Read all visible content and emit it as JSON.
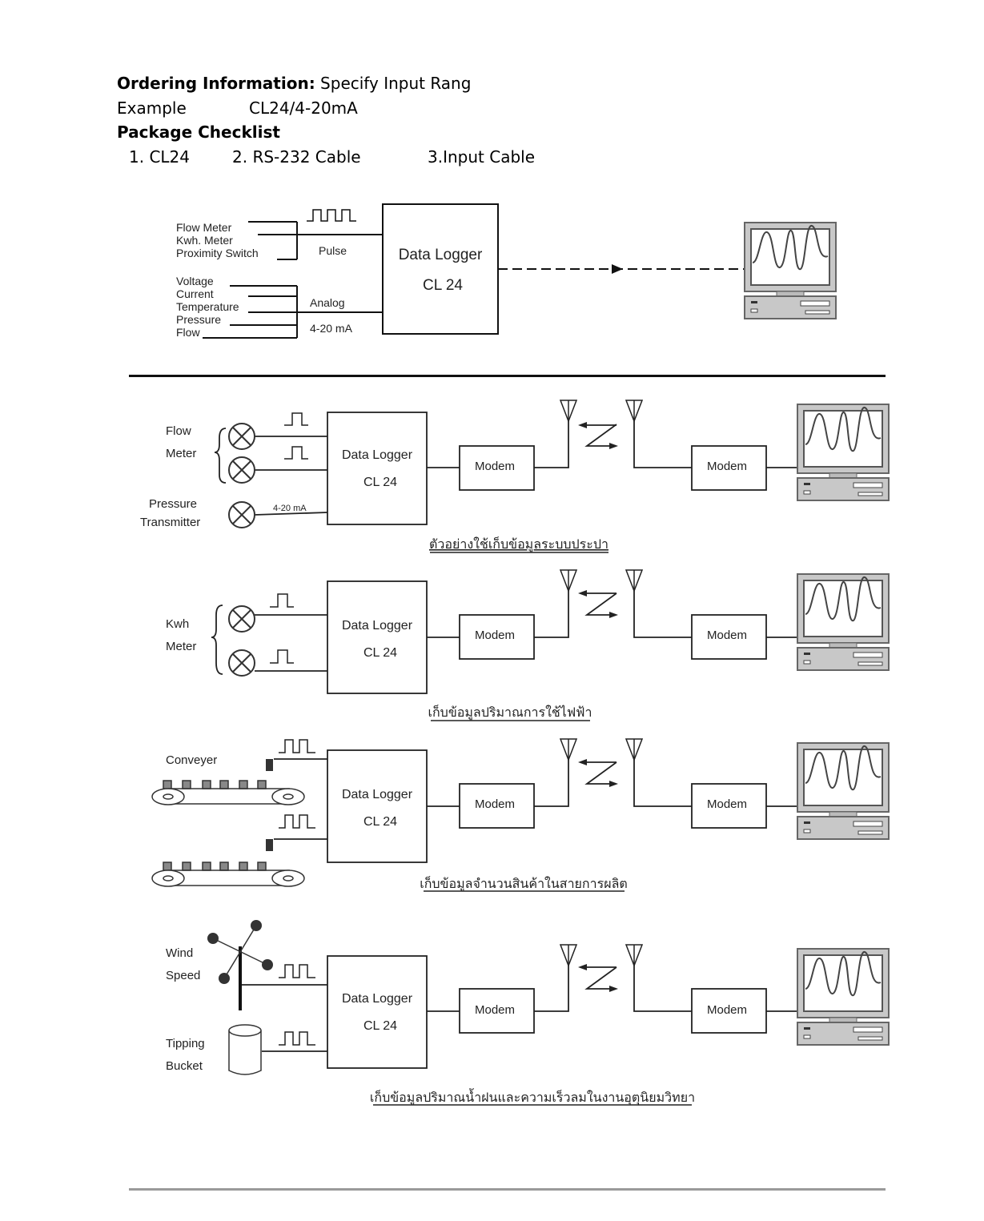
{
  "ordering": {
    "label": "Ordering Information:",
    "value": " Specify Input Rang",
    "example_label": "Example",
    "example_value": "CL24/4-20mA"
  },
  "checklist": {
    "title": "Package Checklist",
    "items": [
      "1. CL24",
      "2. RS-232 Cable",
      "3.Input Cable"
    ]
  },
  "overview": {
    "pulse_inputs": [
      "Flow Meter",
      "Kwh. Meter",
      "Proximity Switch"
    ],
    "analog_inputs": [
      "Voltage",
      "Current",
      "Temperature",
      "Pressure",
      "Flow"
    ],
    "pulse_label": "Pulse",
    "analog_label": "Analog",
    "ma_label": "4-20 mA",
    "logger_title": "Data Logger",
    "logger_model": "CL 24"
  },
  "diagrams": [
    {
      "inputs": [
        "Flow",
        "Meter",
        "Pressure",
        "Transmitter"
      ],
      "signal_label": "4-20 mA",
      "logger_title": "Data Logger",
      "logger_model": "CL 24",
      "modem_left": "Modem",
      "modem_right": "Modem",
      "caption": "ตัวอย่างใช้เก็บข้อมูลระบบประปา"
    },
    {
      "inputs": [
        "Kwh",
        "Meter"
      ],
      "logger_title": "Data Logger",
      "logger_model": "CL 24",
      "modem_left": "Modem",
      "modem_right": "Modem",
      "caption": "เก็บข้อมูลปริมาณการใช้ไฟฟ้า"
    },
    {
      "inputs": [
        "Conveyer"
      ],
      "logger_title": "Data Logger",
      "logger_model": "CL 24",
      "modem_left": "Modem",
      "modem_right": "Modem",
      "caption": "เก็บข้อมูลจำนวนสินค้าในสายการผลิต"
    },
    {
      "inputs": [
        "Wind",
        "Speed",
        "Tipping",
        "Bucket"
      ],
      "logger_title": "Data Logger",
      "logger_model": "CL 24",
      "modem_left": "Modem",
      "modem_right": "Modem",
      "caption": "เก็บข้อมูลปริมาณน้ำฝนและความเร็วลมในงานอุตุนิยมวิทยา"
    }
  ]
}
